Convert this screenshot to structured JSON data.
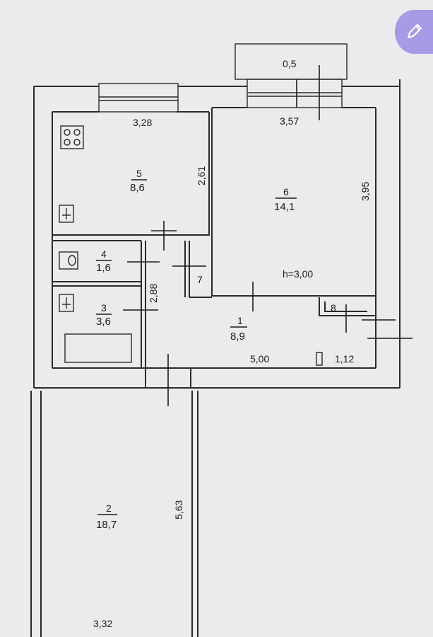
{
  "plan": {
    "balcony_depth": "0,5",
    "dim_kitchen_width": "3,28",
    "dim_room6_width": "3,57",
    "dim_kitchen_depth": "2,61",
    "dim_room6_depth": "3,95",
    "dim_hall_depth": "2,88",
    "dim_hall_length": "5,00",
    "dim_door_width": "1,12",
    "dim_closet_7": "7",
    "dim_closet_8": "8",
    "dim_room2_depth": "5,63",
    "dim_room2_width": "3,32",
    "ceiling_height": "h=3,00",
    "rooms": [
      {
        "number": "1",
        "area": "8,9"
      },
      {
        "number": "2",
        "area": "18,7"
      },
      {
        "number": "3",
        "area": "3,6"
      },
      {
        "number": "4",
        "area": "1,6"
      },
      {
        "number": "5",
        "area": "8,6"
      },
      {
        "number": "6",
        "area": "14,1"
      }
    ]
  },
  "icons": {
    "stove": "stove-icon",
    "sink": "sink-icon",
    "toilet": "toilet-icon",
    "bath": "bathtub-icon",
    "edit": "pencil-icon"
  },
  "colors": {
    "paper": "#ebebed",
    "ink": "#2a2a2a",
    "edit_button": "#a79ae6"
  }
}
